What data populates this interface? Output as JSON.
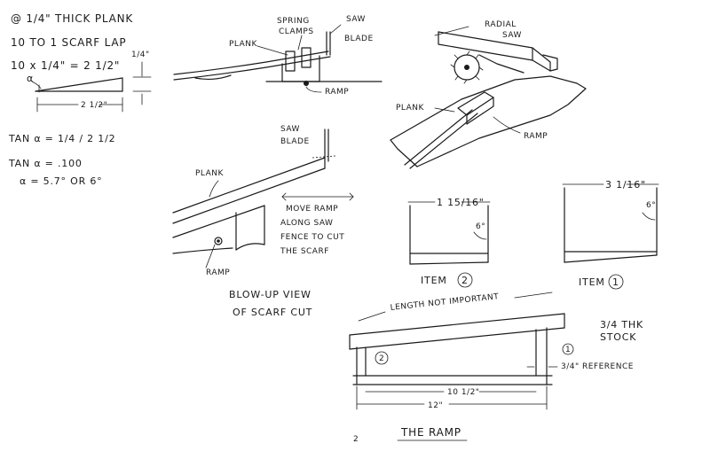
{
  "notes": {
    "thickness": "@ 1/4\" THICK PLANK",
    "ratio": "10 TO 1 SCARF LAP",
    "calc": "10 x 1/4\" = 2 1/2\"",
    "alpha_symbol": "α",
    "quarter": "1/4\"",
    "base_len": "2 1/2\"",
    "tan_line1": "TAN α = 1/4 / 2 1/2",
    "tan_line2": "TAN α = .100",
    "tan_line3": "α = 5.7° OR 6°"
  },
  "top_sketch": {
    "plank": "PLANK",
    "spring_clamps_1": "SPRING",
    "spring_clamps_2": "CLAMPS",
    "saw_blade_1": "SAW",
    "saw_blade_2": "BLADE",
    "ramp": "RAMP"
  },
  "saw_sketch": {
    "radial_saw_1": "RADIAL",
    "radial_saw_2": "SAW",
    "plank": "PLANK",
    "ramp": "RAMP"
  },
  "blowup": {
    "saw_blade_1": "SAW",
    "saw_blade_2": "BLADE",
    "plank": "PLANK",
    "move_1": "MOVE RAMP",
    "move_2": "ALONG SAW",
    "move_3": "FENCE TO CUT",
    "move_4": "THE SCARF",
    "ramp": "RAMP",
    "caption_1": "BLOW-UP VIEW",
    "caption_2": "OF SCARF CUT"
  },
  "item2": {
    "dim": "1 15/16\"",
    "angle": "6°",
    "label": "ITEM",
    "num": "2"
  },
  "item1": {
    "dim": "3 1/16\"",
    "angle": "6°",
    "label": "ITEM",
    "num": "1"
  },
  "ramp": {
    "length": "LENGTH NOT IMPORTANT",
    "stock_1": "3/4 THK",
    "stock_2": "STOCK",
    "reference": "3/4\" REFERENCE",
    "dim_inner": "10 1/2\"",
    "dim_outer": "12\"",
    "num_left": "2",
    "num_right": "1",
    "title": "THE RAMP",
    "page": "2"
  }
}
